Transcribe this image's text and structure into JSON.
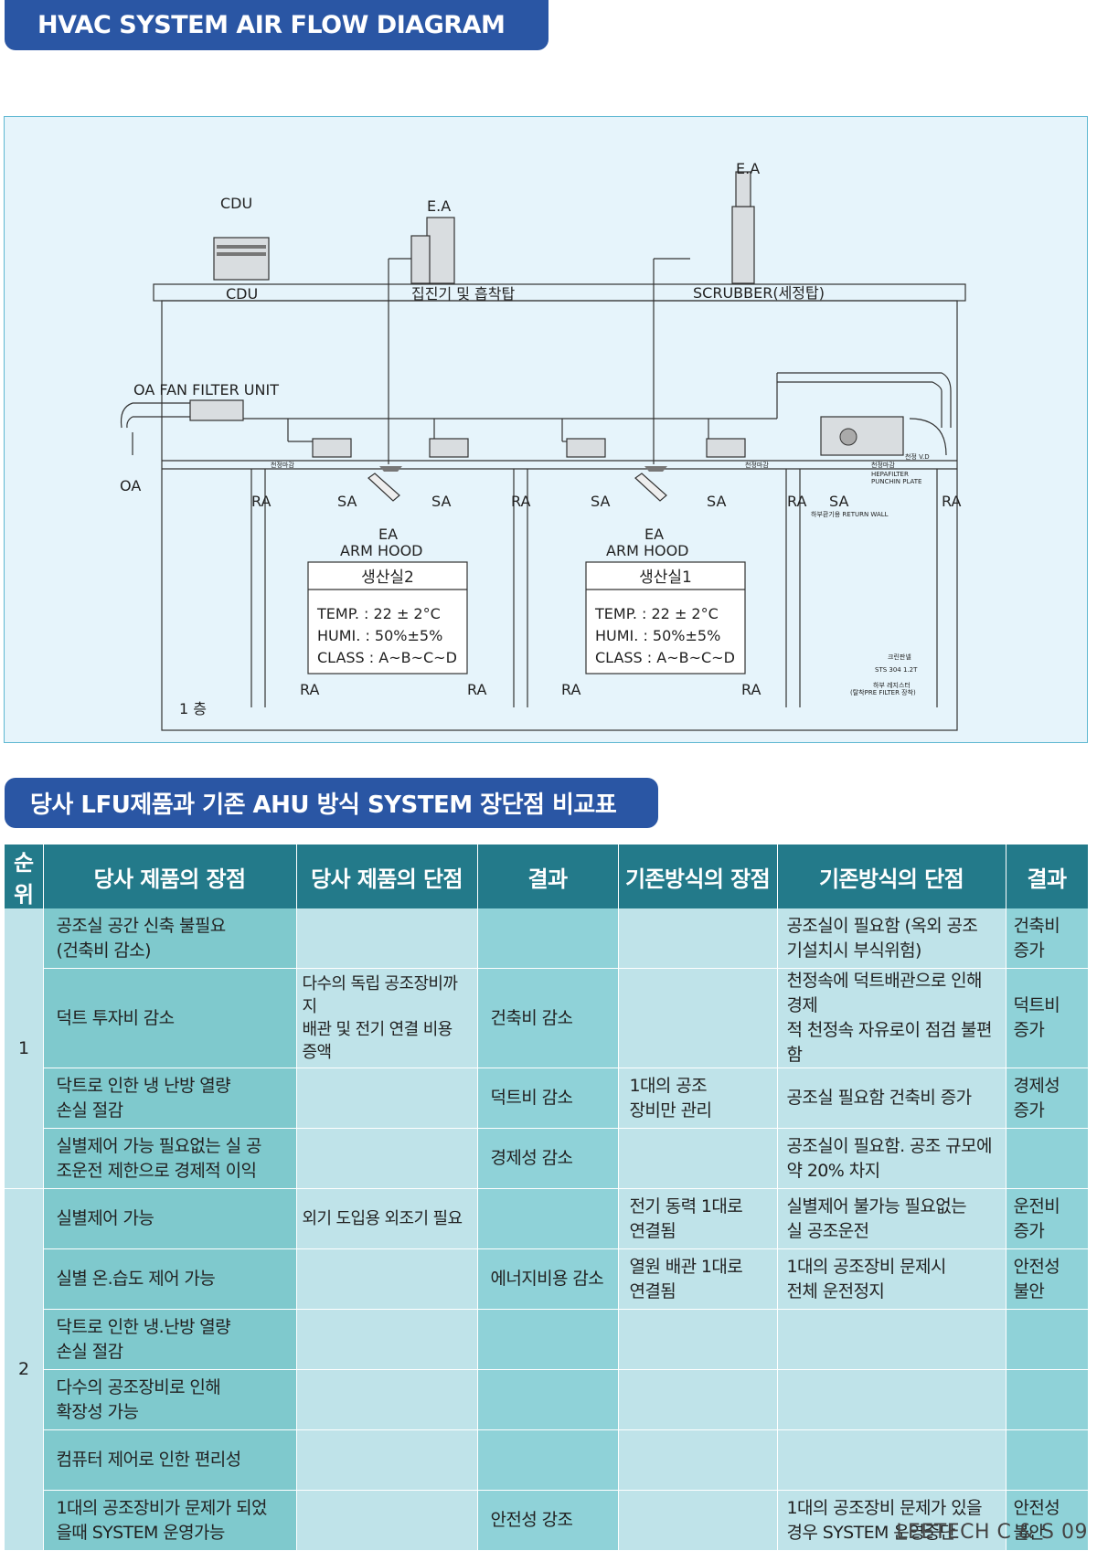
{
  "banner_title": "HVAC SYSTEM AIR FLOW DIAGRAM",
  "table_title": "당사 LFU제품과 기존 AHU 방식 SYSTEM 장단점 비교표",
  "diagram": {
    "cdu_top": "CDU",
    "cdu": "CDU",
    "ea_left": "E.A",
    "ea_right": "E.A",
    "dust_collector": "집진기 및 흡착탑",
    "scrubber": "SCRUBBER(세정탑)",
    "oa_ffu": "OA FAN FILTER UNIT",
    "oa": "OA",
    "ra": "RA",
    "sa": "SA",
    "ea": "EA",
    "arm_hood": "ARM HOOD",
    "floor": "1 층",
    "room2": {
      "name": "생산실2",
      "temp": "TEMP. : 22 ± 2°C",
      "humi": "HUMI. : 50%±5%",
      "class": "CLASS : A~B~C~D"
    },
    "room1": {
      "name": "생산실1",
      "temp": "TEMP. : 22 ± 2°C",
      "humi": "HUMI. : 50%±5%",
      "class": "CLASS : A~B~C~D"
    },
    "small": {
      "finish1": "천정마감",
      "finish2": "천정마감",
      "finish3": "천정마감",
      "vd": "천정 V.D",
      "hepa": "HEPAFILTER",
      "punch": "PUNCHIN PLATE",
      "return_wall": "하부환기용 RETURN WALL",
      "clean_panel": "크린판넬",
      "sts": "STS 304 1.2T",
      "lower_fix": "하부 레지스터",
      "pre_filter": "(탈착PRE FILTER 장착)"
    }
  },
  "table": {
    "headers": [
      "순위",
      "당사 제품의 장점",
      "당사 제품의 단점",
      "결과",
      "기존방식의 장점",
      "기존방식의 단점",
      "결과"
    ],
    "rank1": "1",
    "rank2": "2",
    "rows": [
      {
        "adv": "공조실 공간 신축 불필요\n(건축비 감소)",
        "dis": "",
        "res": "",
        "oadv": "",
        "odis": "공조실이 필요함 (옥외 공조\n기설치시 부식위험)",
        "ores": "건축비\n증가"
      },
      {
        "adv": "덕트  투자비 감소",
        "dis": "다수의 독립 공조장비까지\n배관 및 전기 연결 비용 증액",
        "res": "건축비 감소",
        "oadv": "",
        "odis": "천정속에 덕트배관으로 인해 경제\n적 천정속 자유로이 점검 불편함",
        "ores": "덕트비\n증가"
      },
      {
        "adv": "닥트로 인한 냉 난방 열량\n손실 절감",
        "dis": "",
        "res": "덕트비 감소",
        "oadv": "1대의 공조\n장비만 관리",
        "odis": "공조실 필요함 건축비 증가",
        "ores": "경제성\n증가"
      },
      {
        "adv": "실별제어 가능 필요없는 실 공\n조운전 제한으로 경제적 이익",
        "dis": "",
        "res": "경제성 감소",
        "oadv": "",
        "odis": "공조실이 필요함. 공조 규모에\n약 20% 차지",
        "ores": ""
      },
      {
        "adv": "실별제어 가능",
        "dis": "외기 도입용 외조기 필요",
        "res": "",
        "oadv": "전기 동력 1대로\n연결됨",
        "odis": "실별제어 불가능 필요없는\n실 공조운전",
        "ores": "운전비\n증가"
      },
      {
        "adv": "실별 온.습도 제어 가능",
        "dis": "",
        "res": "에너지비용 감소",
        "oadv": "열원 배관 1대로\n연결됨",
        "odis": "1대의 공조장비 문제시\n전체 운전정지",
        "ores": "안전성\n불안"
      },
      {
        "adv": "닥트로 인한 냉.난방 열량\n손실 절감",
        "dis": "",
        "res": "",
        "oadv": "",
        "odis": "",
        "ores": ""
      },
      {
        "adv": "다수의 공조장비로 인해\n확장성 가능",
        "dis": "",
        "res": "",
        "oadv": "",
        "odis": "",
        "ores": ""
      },
      {
        "adv": "컴퓨터 제어로 인한 편리성",
        "dis": "",
        "res": "",
        "oadv": "",
        "odis": "",
        "ores": ""
      },
      {
        "adv": "1대의 공조장비가 문제가 되었\n을때 SYSTEM  운영가능",
        "dis": "",
        "res": "안전성 강조",
        "oadv": "",
        "odis": "1대의 공조장비 문제가 있을\n경우 SYSTEM 운영중단",
        "ores": "안전성\n불안"
      }
    ]
  },
  "footer": "LEETECH C & S   09"
}
